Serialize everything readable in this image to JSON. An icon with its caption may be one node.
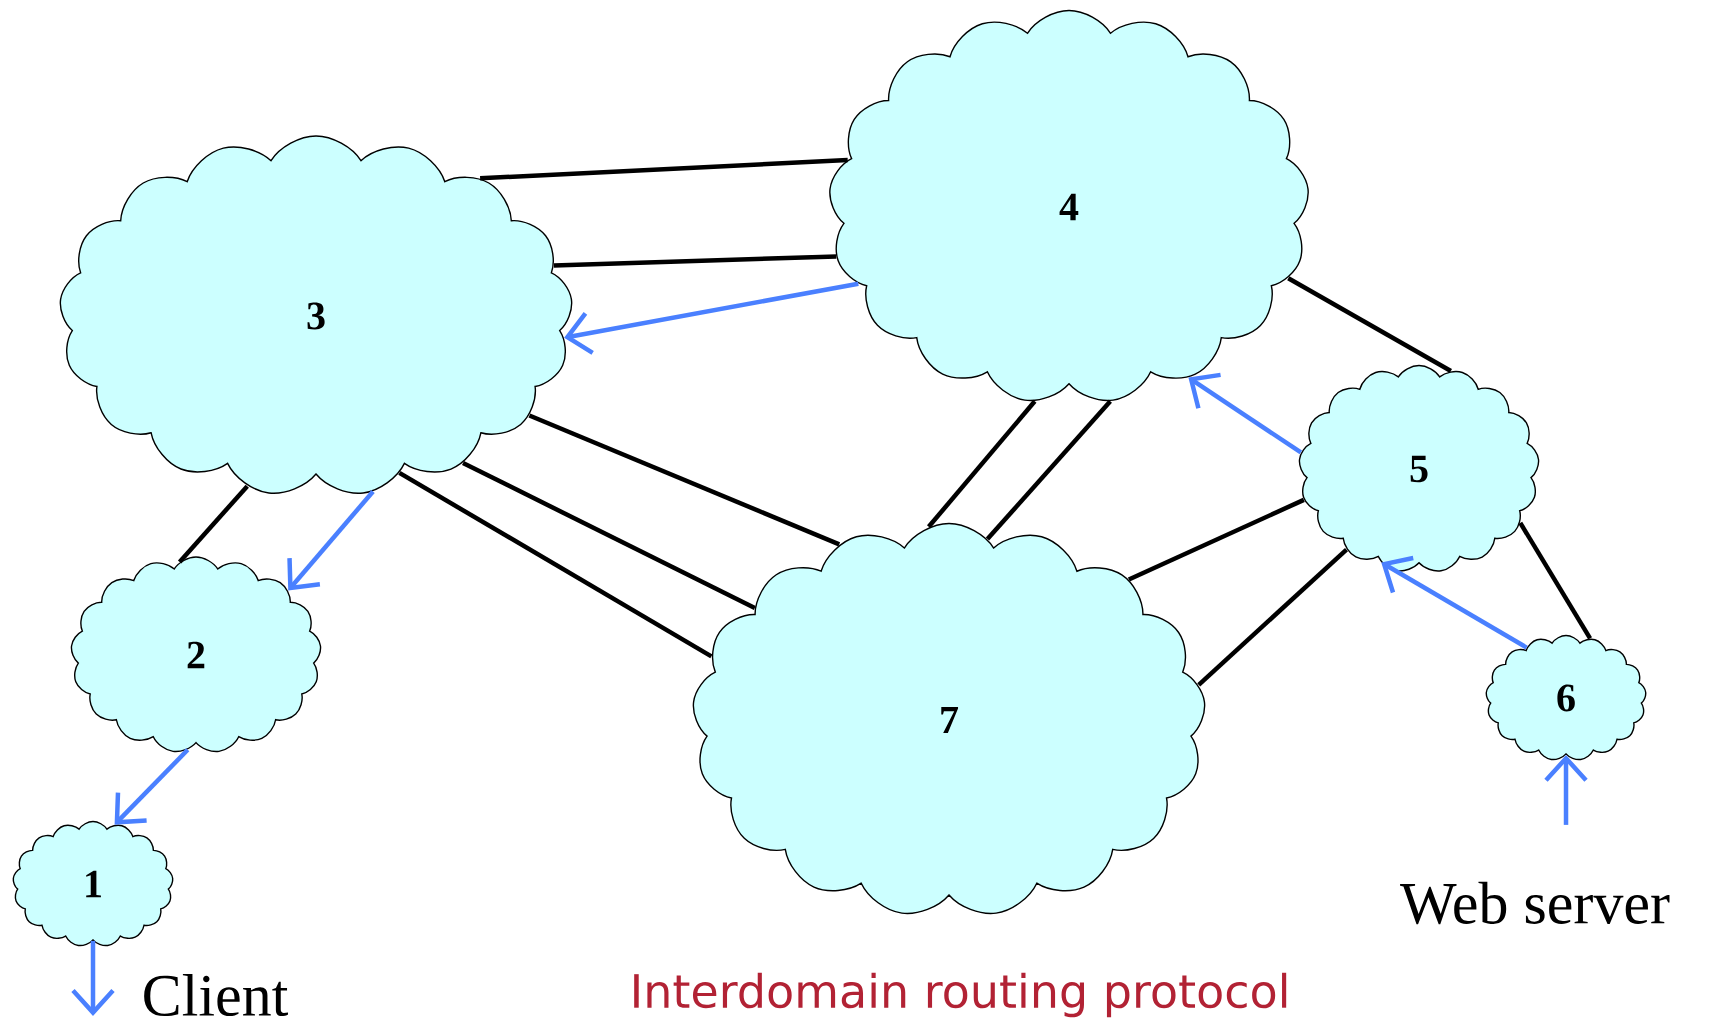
{
  "diagram": {
    "caption": "Interdomain routing protocol",
    "nodes": [
      {
        "text": [
          "1"
        ]
      },
      {
        "text": [
          "2"
        ]
      },
      {
        "text": [
          "3"
        ]
      },
      {
        "text": [
          "4"
        ]
      },
      {
        "text": [
          "5"
        ]
      },
      {
        "text": [
          "6"
        ]
      },
      {
        "text": [
          "7"
        ]
      }
    ],
    "edges": [
      {
        "from": 2,
        "to": 3,
        "arrow": "none"
      },
      {
        "from": 2,
        "to": 3,
        "arrow": "none"
      },
      {
        "from": 3,
        "to": 2,
        "arrow": "to",
        "color": "#4a80ff"
      },
      {
        "from": 2,
        "to": 6,
        "arrow": "none"
      },
      {
        "from": 2,
        "to": 6,
        "arrow": "none"
      },
      {
        "from": 2,
        "to": 6,
        "arrow": "none"
      },
      {
        "from": 2,
        "to": 1,
        "arrow": "none"
      },
      {
        "from": 2,
        "to": 1,
        "arrow": "to",
        "color": "#4a80ff"
      },
      {
        "from": 1,
        "to": 0,
        "arrow": "to",
        "color": "#4a80ff"
      },
      {
        "from": 0,
        "to": null,
        "arrow": "to",
        "color": "#4a80ff"
      },
      {
        "from": 3,
        "to": 6,
        "arrow": "none"
      },
      {
        "from": 3,
        "to": 6,
        "arrow": "none"
      },
      {
        "from": 3,
        "to": 4,
        "arrow": "none"
      },
      {
        "from": 4,
        "to": 3,
        "arrow": "to",
        "color": "#4a80ff"
      },
      {
        "from": 4,
        "to": 6,
        "arrow": "none"
      },
      {
        "from": 4,
        "to": 6,
        "arrow": "none"
      },
      {
        "from": 4,
        "to": 5,
        "arrow": "none"
      },
      {
        "from": 5,
        "to": 4,
        "arrow": "to",
        "color": "#4a80ff"
      },
      {
        "from": null,
        "to": 5,
        "arrow": "to",
        "color": "#4a80ff"
      }
    ],
    "labels": [
      "Client",
      "Web server"
    ]
  }
}
